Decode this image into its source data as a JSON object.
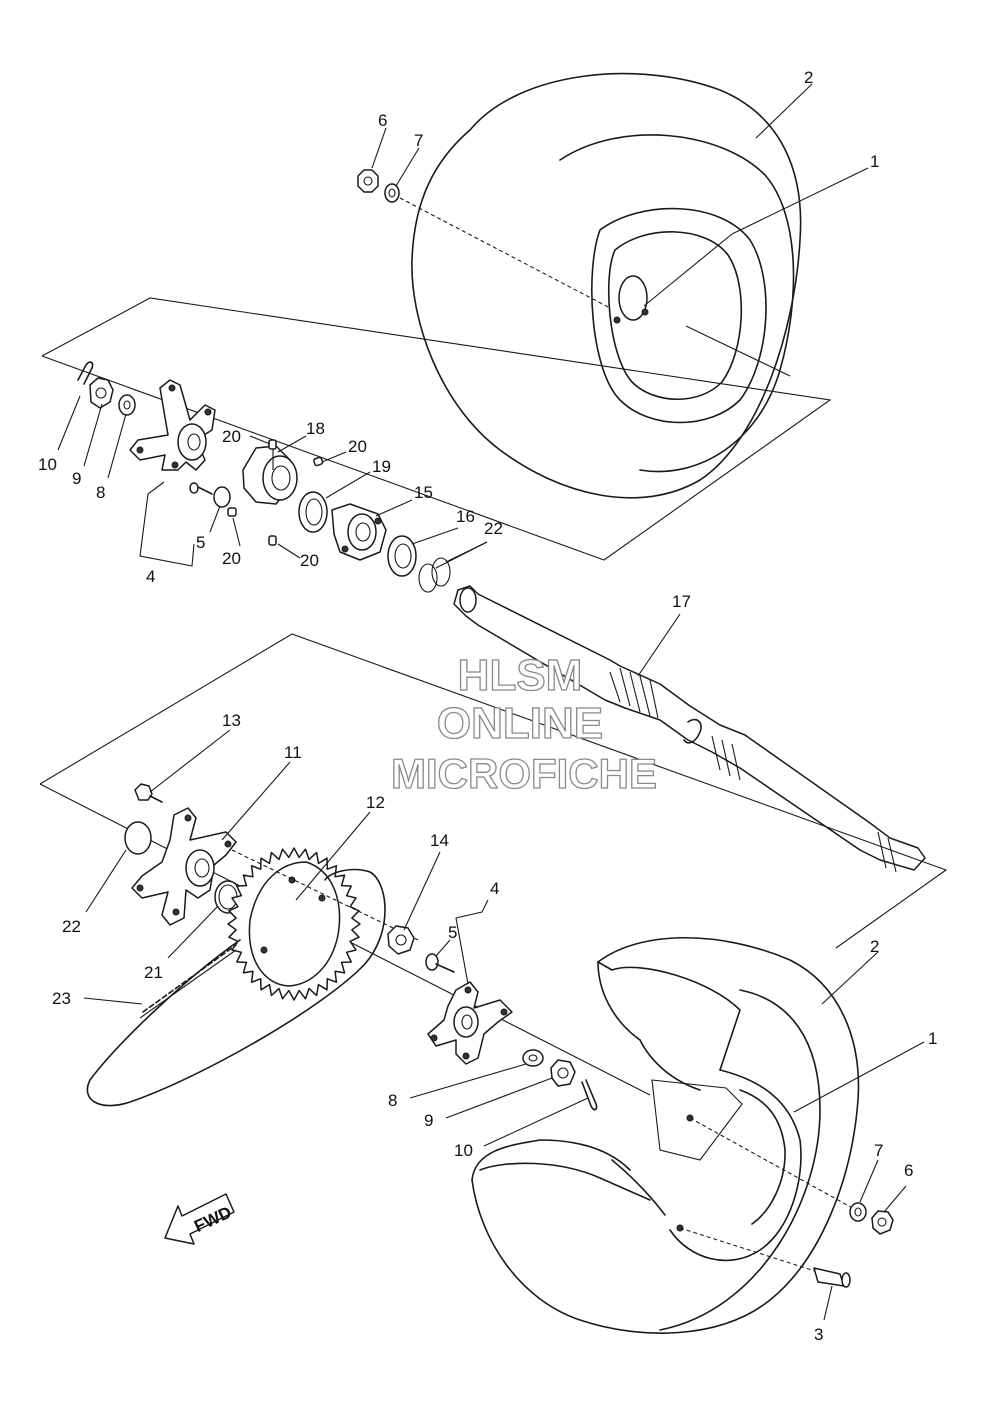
{
  "diagram": {
    "callouts": {
      "c1a": "1",
      "c2a": "2",
      "c6a": "6",
      "c7a": "7",
      "c10a": "10",
      "c9a": "9",
      "c8a": "8",
      "c5a": "5",
      "c4a": "4",
      "c20a": "20",
      "c18": "18",
      "c20b": "20",
      "c19": "19",
      "c20c": "20",
      "c20d": "20",
      "c15": "15",
      "c16": "16",
      "c22a": "22",
      "c17": "17",
      "c13": "13",
      "c11": "11",
      "c12": "12",
      "c22b": "22",
      "c21": "21",
      "c23": "23",
      "c14": "14",
      "c4b": "4",
      "c5b": "5",
      "c2b": "2",
      "c1b": "1",
      "c8b": "8",
      "c9b": "9",
      "c10b": "10",
      "c7b": "7",
      "c6b": "6",
      "c3": "3"
    },
    "fwd_label": "FWD"
  },
  "watermark": {
    "line1": "HLSM",
    "line2": "ONLINE",
    "line3": "MICROFICHE"
  }
}
